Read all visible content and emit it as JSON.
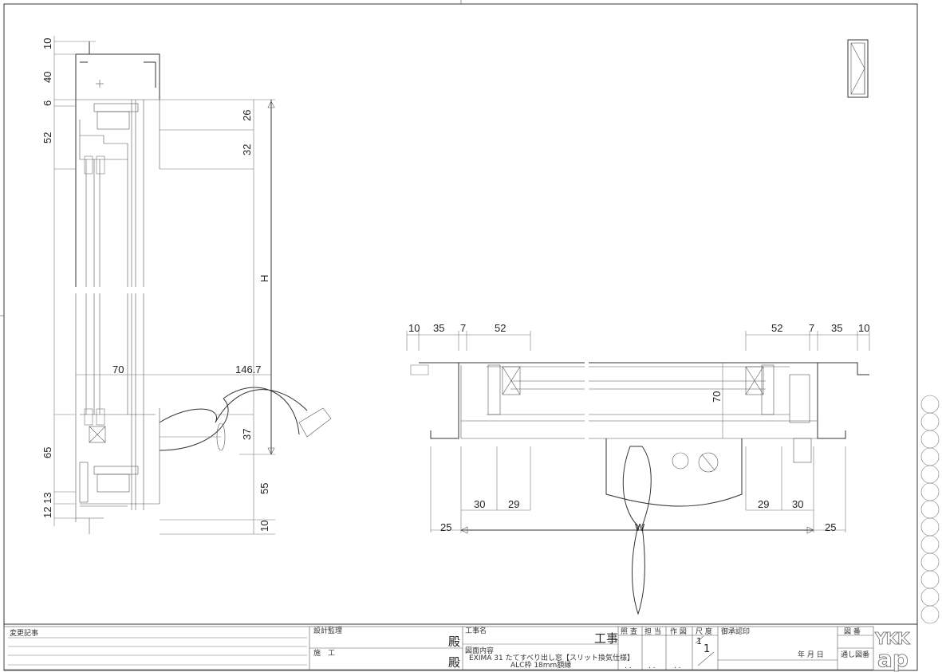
{
  "section_vertical": {
    "left_dims": [
      "10",
      "40",
      "6",
      "52",
      "65",
      "13",
      "12"
    ],
    "right_dims": [
      "26",
      "32",
      "H",
      "37",
      "55",
      "10"
    ],
    "width_70": "70",
    "handle_146_7": "146.7"
  },
  "section_horizontal": {
    "top_left_dims": [
      "10",
      "35",
      "7",
      "52"
    ],
    "top_right_dims": [
      "52",
      "7",
      "35",
      "10"
    ],
    "bottom_left_dims": [
      "30",
      "29"
    ],
    "bottom_right_dims": [
      "29",
      "30"
    ],
    "end_left": "25",
    "width_label": "W",
    "end_right": "25",
    "depth_70": "70"
  },
  "title_block": {
    "revision_label": "変更記事",
    "design_supervision": "設計監理",
    "construction": "施　工",
    "honorific": "殿",
    "project_name_label": "工事名",
    "project_suffix": "工事",
    "drawing_content_label": "図面内容",
    "drawing_content_line1": "EXIMA 31 たてすべり出し窓【スリット換気仕様】",
    "drawing_content_line2": "ALC枠 18mm額縁",
    "check_label": "照 査",
    "charge_label": "担 当",
    "drafting_label": "作 図",
    "dots": ". .",
    "scale_label": "尺 度",
    "scale_num": "1",
    "scale_den": "1",
    "approval_label": "御承認印",
    "date_label": "年 月 日",
    "drawing_no_label": "図 番",
    "serial_no_label": "通し図番",
    "logo_text": "YKK ap"
  }
}
